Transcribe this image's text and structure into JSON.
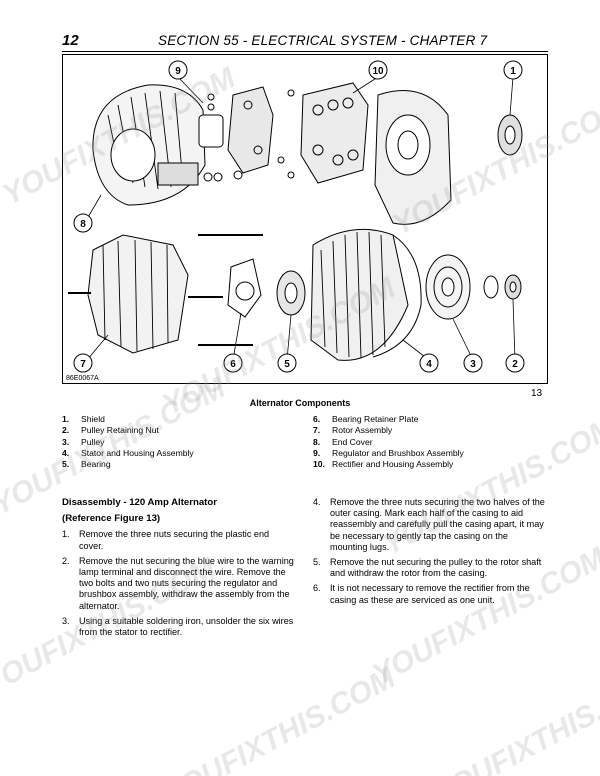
{
  "header": {
    "page_number": "12",
    "title": "SECTION 55 - ELECTRICAL SYSTEM - CHAPTER 7"
  },
  "figure": {
    "code": "86E0067A",
    "number": "13",
    "callouts": [
      "9",
      "10",
      "1",
      "8",
      "7",
      "6",
      "5",
      "4",
      "3",
      "2"
    ]
  },
  "caption": "Alternator Components",
  "parts_left": [
    {
      "num": "1.",
      "name": "Shield"
    },
    {
      "num": "2.",
      "name": "Pulley Retaining Nut"
    },
    {
      "num": "3.",
      "name": "Pulley"
    },
    {
      "num": "4.",
      "name": "Stator and Housing Assembly"
    },
    {
      "num": "5.",
      "name": "Bearing"
    }
  ],
  "parts_right": [
    {
      "num": "6.",
      "name": "Bearing Retainer Plate"
    },
    {
      "num": "7.",
      "name": "Rotor Assembly"
    },
    {
      "num": "8.",
      "name": "End Cover"
    },
    {
      "num": "9.",
      "name": "Regulator and Brushbox Assembly"
    },
    {
      "num": "10.",
      "name": "Rectifier and Housing Assembly"
    }
  ],
  "procedure": {
    "heading": "Disassembly - 120 Amp Alternator",
    "subheading": "(Reference Figure 13)",
    "steps_left": [
      {
        "n": "1.",
        "text": "Remove the three nuts securing the plastic end cover."
      },
      {
        "n": "2.",
        "text": "Remove the nut securing the blue wire to the warning lamp terminal and disconnect the wire. Remove the two bolts and two nuts securing the regulator and brushbox assembly, withdraw the assembly from the alternator."
      },
      {
        "n": "3.",
        "text": "Using a suitable soldering iron, unsolder the six wires from the stator to rectifier."
      }
    ],
    "steps_right": [
      {
        "n": "4.",
        "text": "Remove the three nuts securing the two halves of the outer casing. Mark each half of the casing to aid reassembly and carefully pull the casing apart, it may be necessary to gently tap the casing on the mounting lugs."
      },
      {
        "n": "5.",
        "text": "Remove the nut securing the pulley to the rotor shaft and withdraw the rotor from the casing."
      },
      {
        "n": "6.",
        "text": "It is not necessary to remove the rectifier from the casing as these are serviced as one unit."
      }
    ]
  },
  "watermark": "YOUFIXTHIS.COM"
}
